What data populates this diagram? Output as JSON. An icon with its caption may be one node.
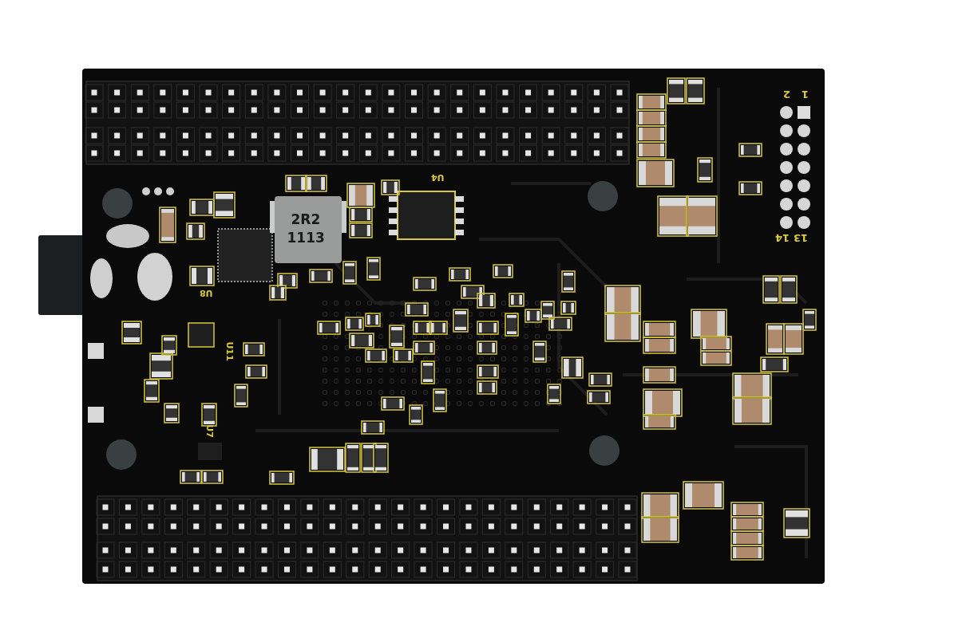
{
  "diagram": {
    "labels": [
      "2R2",
      "1113",
      "U4",
      "U8",
      "U11",
      "U7",
      "1",
      "2",
      "13",
      "14"
    ]
  }
}
